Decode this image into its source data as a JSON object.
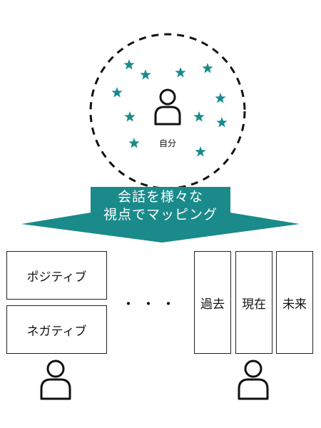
{
  "self_label": "自分",
  "arrow_text_line1": "会話を様々な",
  "arrow_text_line2": "視点でマッピング",
  "perspectives_left": [
    "ポジティブ",
    "ネガティブ"
  ],
  "perspectives_right": [
    "過去",
    "現在",
    "未来"
  ],
  "ellipsis": "・・・",
  "colors": {
    "accent": "#1a8a8a",
    "line": "#111111"
  },
  "icons": [
    "star-icon",
    "person-icon"
  ]
}
